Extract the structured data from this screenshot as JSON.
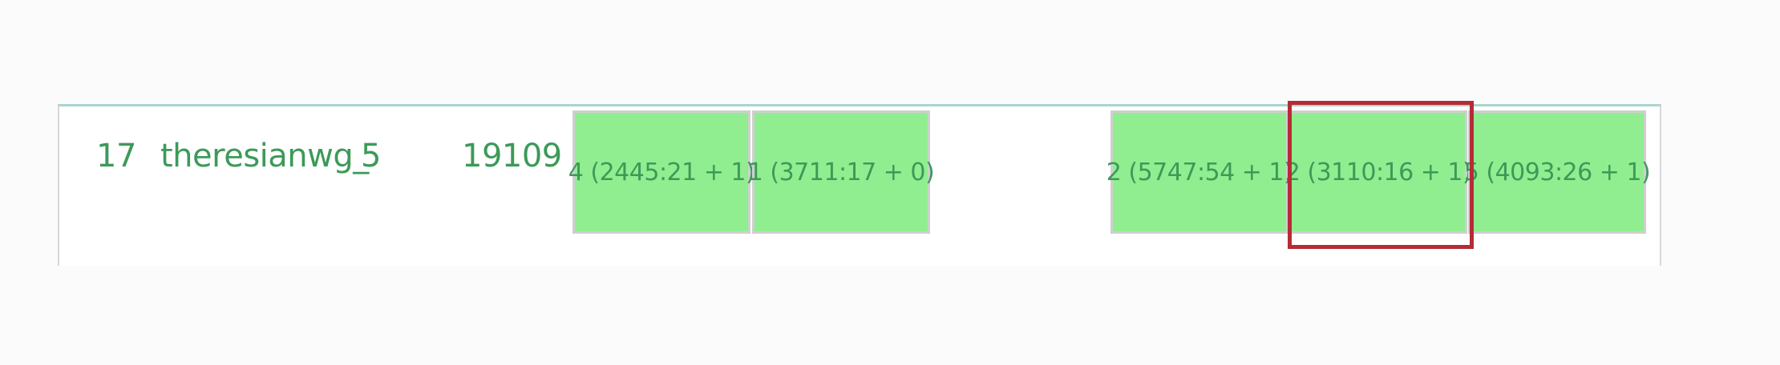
{
  "row": {
    "rank": "17",
    "name": "theresianwg_",
    "solved": "5",
    "penalty": "19109",
    "problems": [
      "4 (2445:21 + 1)",
      "1 (3711:17 + 0)",
      "",
      "2 (5747:54 + 1)",
      "2 (3110:16 + 1)",
      "5 (4093:26 + 1)"
    ]
  },
  "colors": {
    "solved_cell": "#90ee90",
    "text": "#3c9a58",
    "highlight": "#b42c36"
  }
}
